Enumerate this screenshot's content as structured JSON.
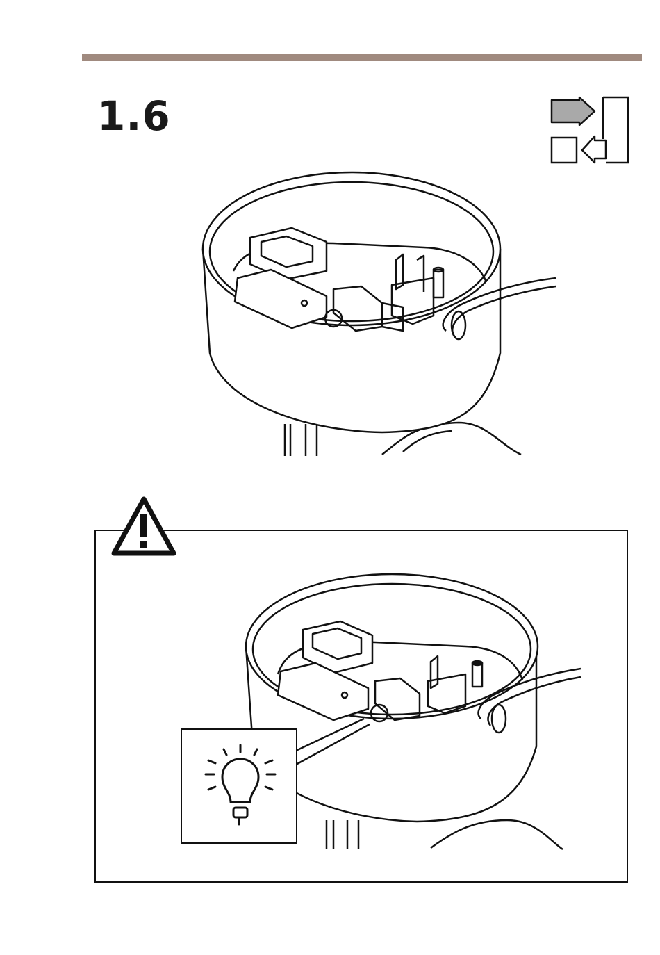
{
  "page": {
    "step_number": "1.6",
    "accent_color": "#a08a7f"
  },
  "icons": {
    "procedure": "connect-cable-icon",
    "caution": "warning-triangle-icon",
    "hint": "lightbulb-icon"
  },
  "illustrations": {
    "top": "camera-housing-cable-routing",
    "bottom": "camera-housing-cable-routing-detail"
  }
}
